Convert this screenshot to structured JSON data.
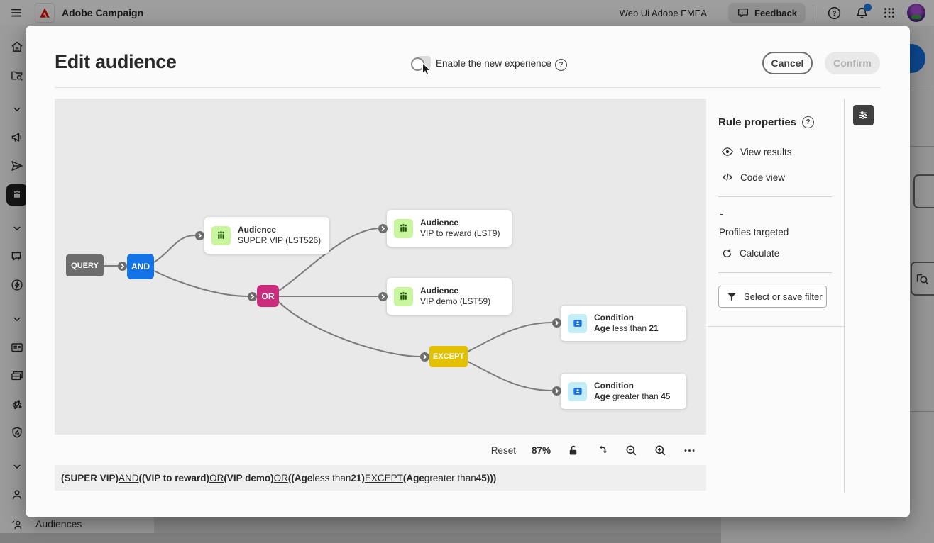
{
  "topbar": {
    "app_title": "Adobe Campaign",
    "environment": "Web Ui Adobe EMEA",
    "feedback_label": "Feedback"
  },
  "sidebar": {
    "audiences_label": "Audiences"
  },
  "modal": {
    "title": "Edit audience",
    "toggle_label": "Enable the new experience",
    "cancel_label": "Cancel",
    "confirm_label": "Confirm"
  },
  "canvas": {
    "nodes": {
      "query": {
        "label": "QUERY"
      },
      "and": {
        "label": "AND"
      },
      "or": {
        "label": "OR"
      },
      "except": {
        "label": "EXCEPT"
      },
      "aud_super_vip": {
        "type": "Audience",
        "name": "SUPER VIP (LST526)"
      },
      "aud_vip_reward": {
        "type": "Audience",
        "name": "VIP to reward (LST9)"
      },
      "aud_vip_demo": {
        "type": "Audience",
        "name": "VIP demo (LST59)"
      },
      "cond_age_less": {
        "type": "Condition",
        "parts": [
          {
            "text": "Age",
            "bold": true
          },
          {
            "text": " less than "
          },
          {
            "text": "21",
            "bold": true
          }
        ]
      },
      "cond_age_greater": {
        "type": "Condition",
        "parts": [
          {
            "text": "Age",
            "bold": true
          },
          {
            "text": " greater than "
          },
          {
            "text": "45",
            "bold": true
          }
        ]
      }
    },
    "toolbar": {
      "reset_label": "Reset",
      "zoom_level": "87%"
    },
    "formula_segments": [
      {
        "text": "(SUPER VIP)",
        "bold": true
      },
      {
        "text": " "
      },
      {
        "text": "AND",
        "underline": true
      },
      {
        "text": " "
      },
      {
        "text": "((VIP to reward)",
        "bold": true
      },
      {
        "text": " "
      },
      {
        "text": "OR",
        "underline": true
      },
      {
        "text": " "
      },
      {
        "text": "(VIP demo)",
        "bold": true
      },
      {
        "text": " "
      },
      {
        "text": "OR",
        "underline": true
      },
      {
        "text": " "
      },
      {
        "text": "((Age",
        "bold": true
      },
      {
        "text": " less than "
      },
      {
        "text": "21)",
        "bold": true
      },
      {
        "text": " "
      },
      {
        "text": "EXCEPT",
        "underline": true
      },
      {
        "text": " "
      },
      {
        "text": "(Age",
        "bold": true
      },
      {
        "text": " greater than "
      },
      {
        "text": "45)))",
        "bold": true
      }
    ]
  },
  "rule_panel": {
    "title": "Rule properties",
    "view_results_label": "View results",
    "code_view_label": "Code view",
    "count_placeholder": "-",
    "profiles_targeted_label": "Profiles targeted",
    "calculate_label": "Calculate",
    "filter_button_label": "Select or save filter"
  },
  "colors": {
    "accent_blue": "#1473e6",
    "node_query": "#6d6d6d",
    "node_and": "#1473e6",
    "node_or": "#ca2d7d",
    "node_except": "#e2c100",
    "audience_icon_bg": "#c9f59e",
    "condition_icon_bg": "#c4edf8",
    "adobe_red": "#eb1000",
    "notification_dot": "#2680eb"
  }
}
